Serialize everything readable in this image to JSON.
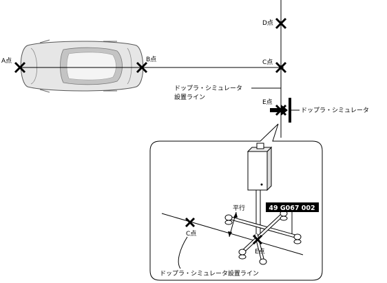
{
  "labels": {
    "point_a": "A点",
    "point_b": "B点",
    "point_c": "C点",
    "point_d": "D点",
    "point_e": "E点",
    "install_line_line1": "ドップラ・シミュレータ",
    "install_line_line2": "設置ライン",
    "simulator_label": "ドップラ・シミュレータ",
    "detail_point_c": "C点",
    "detail_point_e": "E点",
    "detail_parallel": "平行",
    "detail_install_line": "ドップラ・シミュレータ設置ライン",
    "part_number": "49 G067 002"
  },
  "colors": {
    "line": "#000000",
    "part_number_bg": "#000000",
    "part_number_text": "#ffffff",
    "car_body": "#d9d9d9"
  }
}
